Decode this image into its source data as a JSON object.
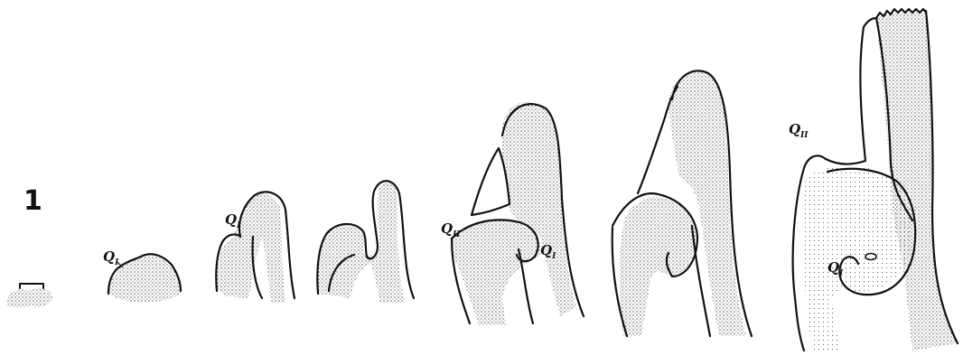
{
  "figure": {
    "number": "1",
    "labels": {
      "q1": "Q",
      "q1_sub": "I",
      "q2": "Q",
      "q2_sub": "II"
    }
  }
}
